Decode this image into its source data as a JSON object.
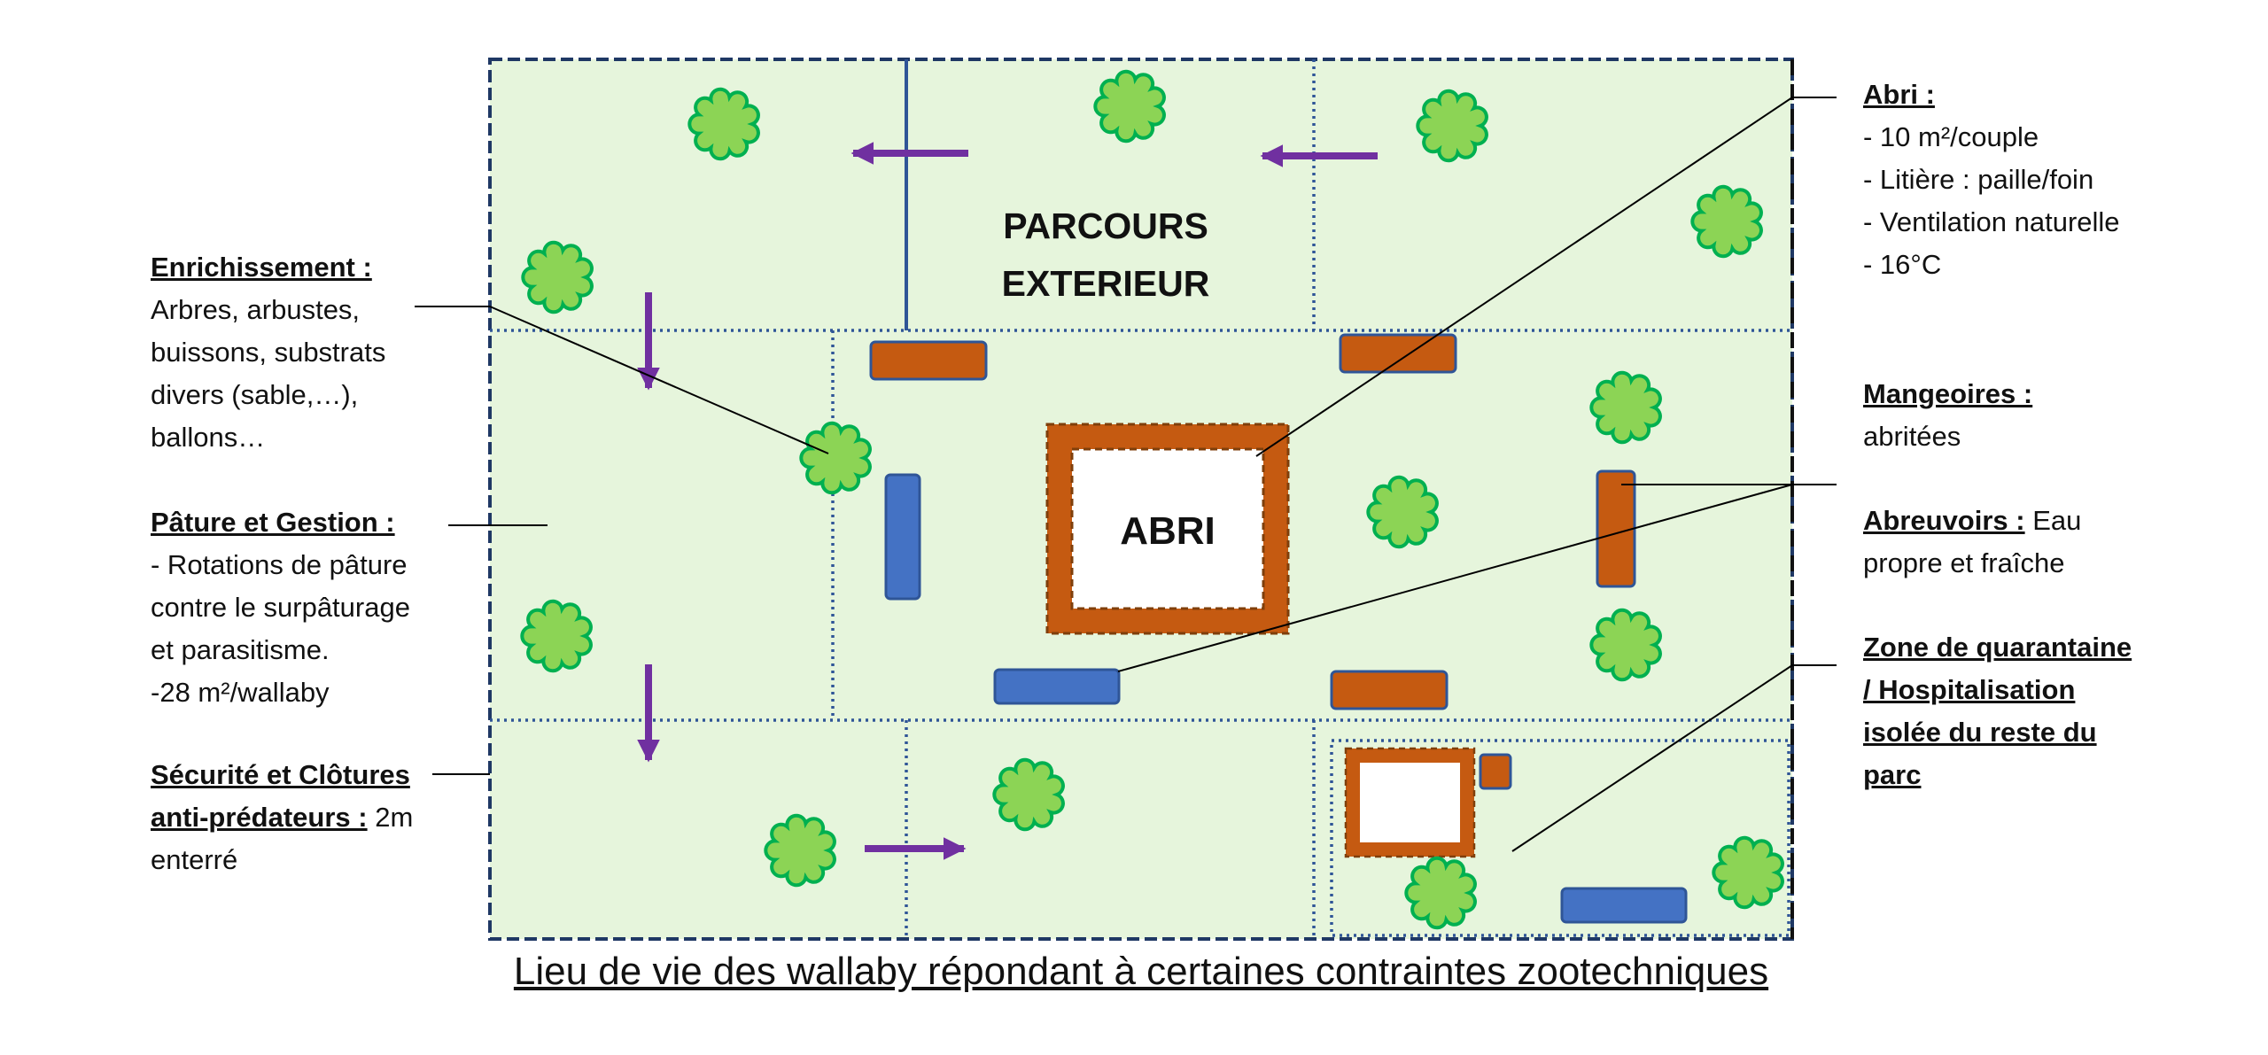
{
  "labels": {
    "enrichissement": {
      "title": "Enrichissement :",
      "lines": [
        "Arbres, arbustes,",
        "buissons, substrats",
        "divers (sable,…),",
        "ballons…"
      ]
    },
    "paturage": {
      "title": "Pâture et Gestion :",
      "lines": [
        "- Rotations de pâture",
        "contre le surpâturage",
        "et parasitisme.",
        "-28 m²/wallaby"
      ]
    },
    "securite": {
      "title_1": "Sécurité et Clôtures",
      "title_2": "anti-prédateurs :",
      "value": " 2m",
      "line_3": "enterré"
    },
    "abri": {
      "title": "Abri :",
      "lines": [
        "- 10 m²/couple",
        "- Litière : paille/foin",
        "- Ventilation naturelle",
        "- 16°C"
      ]
    },
    "mangeoires": {
      "title": "Mangeoires :",
      "line": "abritées"
    },
    "abreuvoirs": {
      "title": "Abreuvoirs :",
      "value": " Eau",
      "line_2": "propre et fraîche"
    },
    "quarantaine": {
      "lines": [
        "Zone de quarantaine",
        "/ Hospitalisation",
        "isolée du reste du",
        "parc"
      ]
    }
  },
  "zones": {
    "parcours_line_1": "PARCOURS",
    "parcours_line_2": "EXTERIEUR",
    "abri": "ABRI"
  },
  "caption": "Lieu de vie des wallaby répondant à certaines contraintes zootechniques",
  "colors": {
    "paddock_fill": "#E6F5DC",
    "fence": "#1F3864",
    "tree_fill": "#8CD455",
    "tree_stroke": "#00B050",
    "feeder": "#C55A11",
    "water": "#4472C4",
    "arrow": "#7030A0",
    "leader": "#000000"
  }
}
